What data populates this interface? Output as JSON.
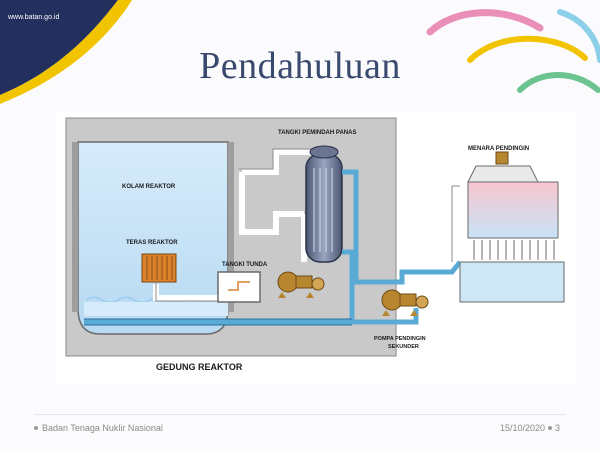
{
  "slide": {
    "url": "www.batan.go.id",
    "title": "Pendahuluan",
    "footer_org": "Badan Tenaga Nuklir Nasional",
    "footer_date": "15/10/2020",
    "page_number": "3"
  },
  "diagram": {
    "labels": {
      "tangki_pemindah_panas": "TANGKI PEMINDAH PANAS",
      "menara_pendingin": "MENARA PENDINGIN",
      "kolam_reaktor": "KOLAM REAKTOR",
      "teras_reaktor": "TERAS REAKTOR",
      "tangki_tunda": "TANGKI TUNDA",
      "pompa_pendingin_1": "POMPA PENDINGIN",
      "pompa_pendingin_2": "SEKUNDER",
      "gedung_reaktor": "GEDUNG REAKTOR"
    }
  },
  "colors": {
    "title": "#3a4a6e",
    "corner_navy": "#232f5c",
    "building_gray": "#c9c9c9",
    "water_blue": "#cfe6f7",
    "pipe_blue": "#5aaad6",
    "core_orange": "#d9822b",
    "pump_gold": "#b8862f"
  }
}
